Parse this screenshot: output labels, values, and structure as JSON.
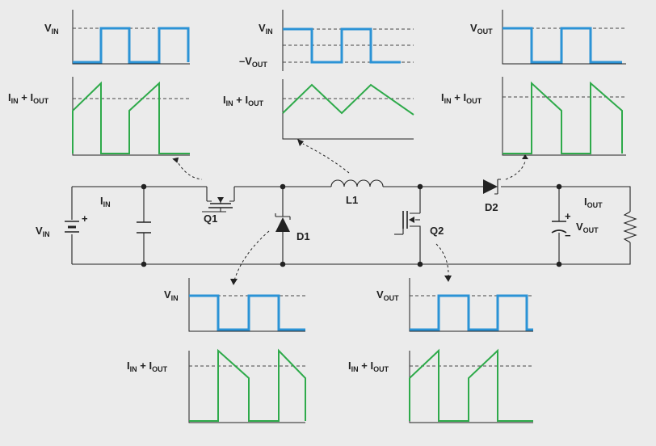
{
  "circuit": {
    "components": {
      "q1": "Q1",
      "q2": "Q2",
      "d1": "D1",
      "d2": "D2",
      "l1": "L1"
    },
    "labels": {
      "vin_source_main": "V",
      "vin_source_sub": "IN",
      "iin_main": "I",
      "iin_sub": "IN",
      "iout_main": "I",
      "iout_sub": "OUT",
      "vout_main": "V",
      "vout_sub": "OUT",
      "plus_vin": "+",
      "plus_vout": "+",
      "minus_vout": "−"
    }
  },
  "waveforms": {
    "q1_voltage_label": {
      "main": "V",
      "sub": "IN"
    },
    "q1_current_label": {
      "main1": "I",
      "sub1": "IN",
      "plus": " + ",
      "main2": "I",
      "sub2": "OUT"
    },
    "l1_voltage_top_label": {
      "main": "V",
      "sub": "IN"
    },
    "l1_voltage_bottom_label": {
      "prefix": "–V",
      "sub": "OUT"
    },
    "l1_current_label": {
      "main1": "I",
      "sub1": "IN",
      "plus": " + ",
      "main2": "I",
      "sub2": "OUT"
    },
    "d2_voltage_label": {
      "main": "V",
      "sub": "OUT"
    },
    "d2_current_label": {
      "main1": "I",
      "sub1": "IN",
      "plus": " + ",
      "main2": "I",
      "sub2": "OUT"
    },
    "d1_voltage_label": {
      "main": "V",
      "sub": "IN"
    },
    "d1_current_label": {
      "main1": "I",
      "sub1": "IN",
      "plus": " + ",
      "main2": "I",
      "sub2": "OUT"
    },
    "q2_voltage_label": {
      "main": "V",
      "sub": "OUT"
    },
    "q2_current_label": {
      "main1": "I",
      "sub1": "IN",
      "plus": " + ",
      "main2": "I",
      "sub2": "OUT"
    }
  },
  "colors": {
    "voltage_trace": "#2b93d6",
    "current_trace": "#2eaa4a",
    "background": "#ebebeb"
  }
}
